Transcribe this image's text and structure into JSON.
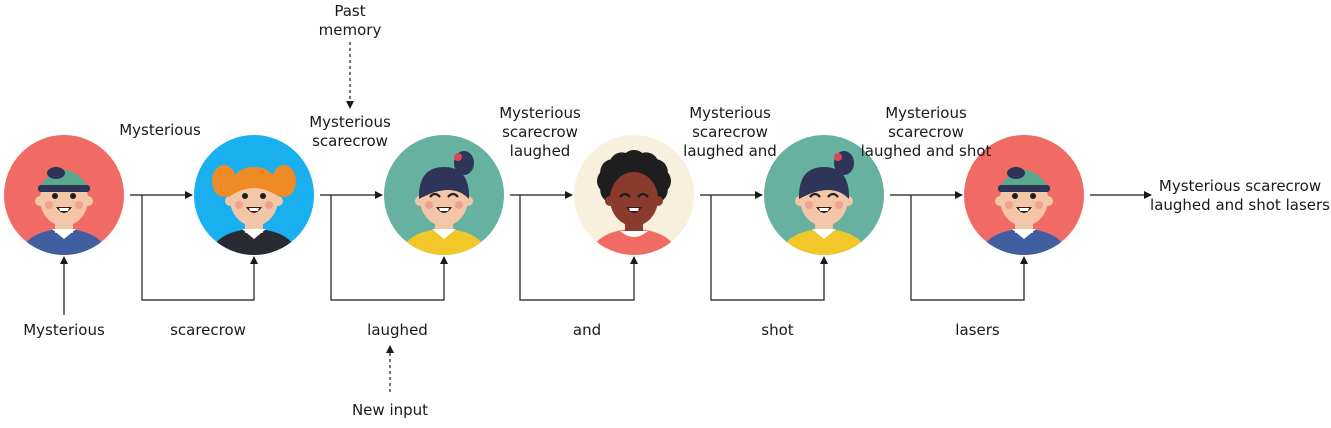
{
  "avatars": [
    {
      "bg": "#ef6b63",
      "character": "boy-green-cap"
    },
    {
      "bg": "#1ab0f0",
      "character": "girl-orange-pigtails"
    },
    {
      "bg": "#66b19f",
      "character": "girl-dark-ponytail"
    },
    {
      "bg": "#f7f0dd",
      "character": "boy-afro"
    },
    {
      "bg": "#66b19f",
      "character": "girl-dark-ponytail"
    },
    {
      "bg": "#ef6b63",
      "character": "boy-green-cap"
    }
  ],
  "inputs": [
    "Mysterious",
    "scarecrow",
    "laughed",
    "and",
    "shot",
    "lasers"
  ],
  "states": [
    [
      "Mysterious"
    ],
    [
      "Mysterious",
      "scarecrow"
    ],
    [
      "Mysterious",
      "scarecrow",
      "laughed"
    ],
    [
      "Mysterious",
      "scarecrow",
      "laughed and"
    ],
    [
      "Mysterious",
      "scarecrow",
      "laughed and shot"
    ]
  ],
  "final_output": [
    "Mysterious scarecrow",
    "laughed and shot lasers"
  ],
  "past_memory_label": [
    "Past",
    "memory"
  ],
  "new_input_label": "New input",
  "colors": {
    "line": "#1a1a1a",
    "skin": "#f4c6a8",
    "hair_dark": "#2f3559",
    "hair_orange": "#f08a24",
    "cap_green": "#5aa88e",
    "shirt_blue": "#3f5f9f",
    "shirt_yellow": "#f2c72a",
    "shirt_dark": "#2a2a33"
  }
}
